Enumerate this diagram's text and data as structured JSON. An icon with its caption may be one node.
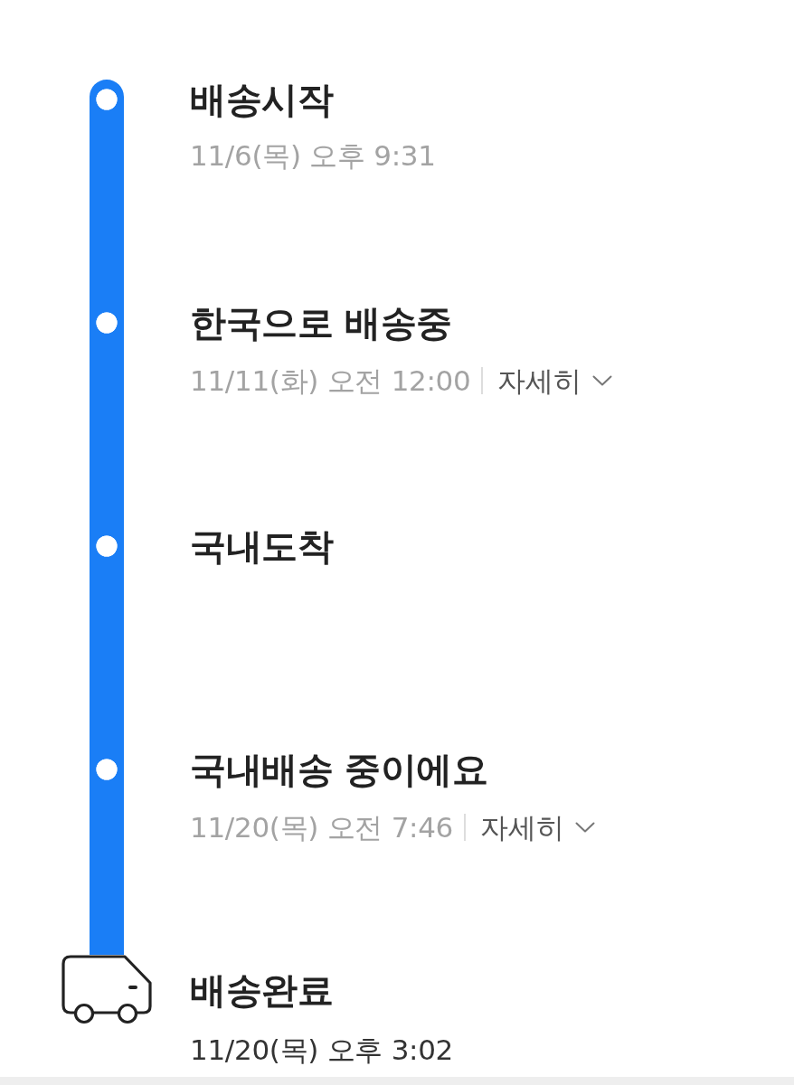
{
  "diagram": {
    "nodes": [
      {
        "text": [],
        "shape": "circle",
        "beside": [
          "배송시작",
          "11/6(목) 오후 9:31"
        ]
      },
      {
        "text": [],
        "shape": "circle",
        "beside": [
          "한국으로 배송중",
          "11/11(화) 오전 12:00",
          "자세히"
        ]
      },
      {
        "text": [],
        "shape": "circle",
        "beside": [
          "국내도착"
        ]
      },
      {
        "text": [],
        "shape": "circle",
        "beside": [
          "국내배송 중이에요",
          "11/20(목) 오전 7:46",
          "자세히"
        ]
      },
      {
        "text": [],
        "shape": "picture",
        "beside": [
          "배송완료",
          "11/20(목) 오후 3:02"
        ]
      }
    ],
    "edges": [
      {
        "from": 0,
        "to": 1,
        "arrow": "none"
      },
      {
        "from": 1,
        "to": 2,
        "arrow": "none"
      },
      {
        "from": 2,
        "to": 3,
        "arrow": "none"
      },
      {
        "from": 3,
        "to": 4,
        "arrow": "none"
      }
    ]
  }
}
